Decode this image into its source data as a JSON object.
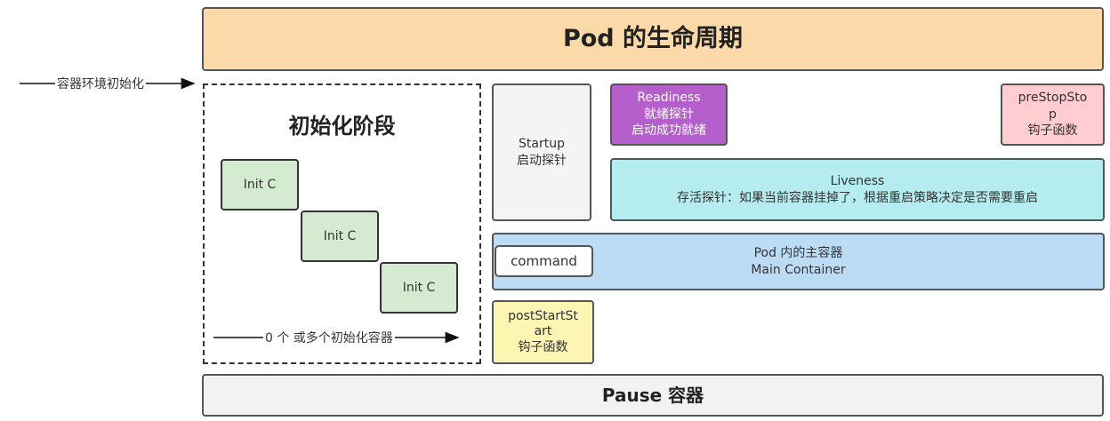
{
  "title": "Pod 的生命周期",
  "pause": "Pause 容器",
  "env_label": "容器环境初始化",
  "init": {
    "title": "初始化阶段",
    "containers": [
      "Init C",
      "Init C",
      "Init C"
    ],
    "multi_label": "0 个 或多个初始化容器"
  },
  "startup": {
    "line1": "Startup",
    "line2": "启动探针"
  },
  "readiness": {
    "line1": "Readiness",
    "line2": "就绪探针",
    "line3": "启动成功就绪"
  },
  "prestop": {
    "line1": "preStopSto",
    "line2": "p",
    "line3": "钩子函数"
  },
  "liveness": {
    "line1": "Liveness",
    "line2": "存活探针：如果当前容器挂掉了，根据重启策略决定是否需要重启"
  },
  "main_container": {
    "line1": "Pod 内的主容器",
    "line2": "Main Container"
  },
  "command": "command",
  "poststart": {
    "line1": "postStartSt",
    "line2": "art",
    "line3": "钩子函数"
  },
  "colors": {
    "title_bg": "#fcd9a8",
    "init_bg": "#d5ebd1",
    "readiness_bg": "#b45fcb",
    "prestop_bg": "#ffccd1",
    "liveness_bg": "#b5ecef",
    "main_bg": "#bcdcf6",
    "poststart_bg": "#fdf6b3",
    "pause_bg": "#f2f2f2"
  }
}
